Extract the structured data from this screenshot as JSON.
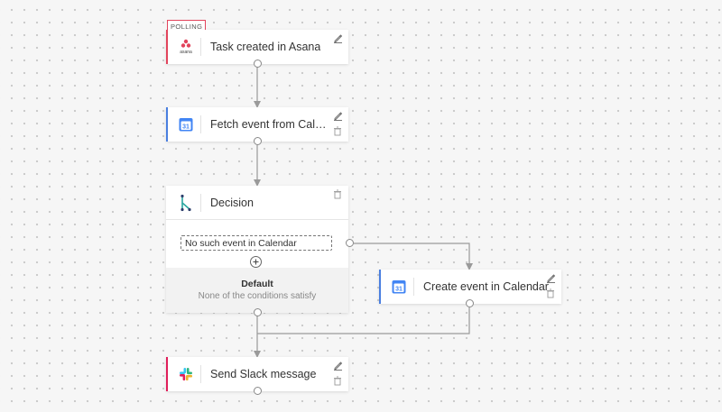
{
  "colors": {
    "asana": "#e2445c",
    "calendar": "#4a7fe0",
    "slack": "#e01e5a",
    "wire": "#9a9a9a"
  },
  "nodes": {
    "trigger": {
      "badge": "POLLING",
      "title": "Task created in Asana",
      "icon": "asana-logo-icon",
      "logo_text": "asana"
    },
    "fetch": {
      "title": "Fetch event from Calen...",
      "icon": "google-calendar-icon",
      "icon_text": "31"
    },
    "decision": {
      "title": "Decision",
      "icon": "decision-branch-icon",
      "condition": "No such event in Calendar",
      "default_title": "Default",
      "default_subtitle": "None of the conditions satisfy"
    },
    "create": {
      "title": "Create event in Calendar",
      "icon": "google-calendar-icon",
      "icon_text": "31"
    },
    "slack": {
      "title": "Send Slack message",
      "icon": "slack-logo-icon"
    }
  }
}
